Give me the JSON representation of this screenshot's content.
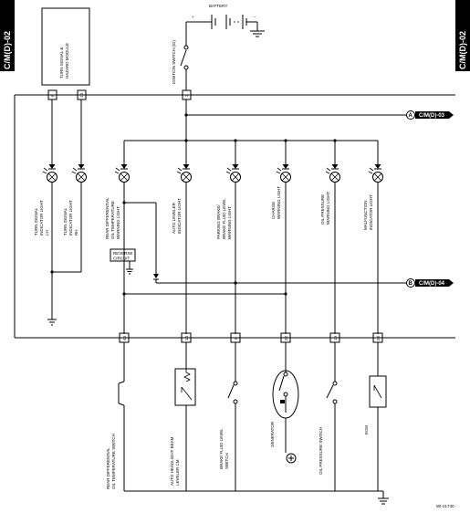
{
  "page_tabs": {
    "left": "C/M(D)-02",
    "right": "C/M(D)-02"
  },
  "module": {
    "title_line1": "TURN SIGNAL &",
    "title_line2": "HAZARD MODULE",
    "pins": [
      "8",
      "10"
    ]
  },
  "battery": {
    "label": "BATTERY"
  },
  "ignition_switch": {
    "label": "IGNITION SWITCH (IG)"
  },
  "connector_refs": {
    "a_letter": "A",
    "a_text": "C/M(D)-03",
    "b_letter": "B",
    "b_text": "C/M(D)-04"
  },
  "ignition_pin": "2",
  "lamps": [
    {
      "line1": "TURN SIGNAL",
      "line2": "INDICATOR LIGHT",
      "line3": "LH"
    },
    {
      "line1": "TURN SIGNAL",
      "line2": "INDICATOR LIGHT",
      "line3": "RH"
    },
    {
      "line1": "REAR DIFFERENTIAL",
      "line2": "OIL TEMPERATURE",
      "line3": "WARNING LIGHT"
    },
    {
      "line1": "AUTO LEVELER",
      "line2": "INDICATOR LIGHT",
      "line3": ""
    },
    {
      "line1": "PARKING BRAKE/",
      "line2": "BRAKE FLUID LEVEL",
      "line3": "WARNING LIGHT"
    },
    {
      "line1": "CHARGE",
      "line2": "WARNING LIGHT",
      "line3": ""
    },
    {
      "line1": "OIL PRESSURE",
      "line2": "WARNING LIGHT",
      "line3": ""
    },
    {
      "line1": "MALFUNCTION",
      "line2": "INDICATOR LIGHT",
      "line3": ""
    }
  ],
  "reverse_circuit": {
    "line1": "REVERSE",
    "line2": "CIRCUIT"
  },
  "bottom_pins": [
    "40",
    "14",
    "8",
    "22",
    "19",
    "28"
  ],
  "components": [
    {
      "line1": "REAR DIFFERENTIAL",
      "line2": "OIL TEMPERATURE SWITCH"
    },
    {
      "line1": "AUTO HEADLIGHT BEAM",
      "line2": "LEVELER CM"
    },
    {
      "line1": "BRAKE FLUID LEVEL",
      "line2": "SWITCH"
    },
    {
      "line1": "GENERATOR",
      "line2": ""
    },
    {
      "line1": "OIL PRESSURE SWITCH",
      "line2": ""
    },
    {
      "line1": "ECM",
      "line2": ""
    }
  ],
  "drawing_code": "WI-21740"
}
